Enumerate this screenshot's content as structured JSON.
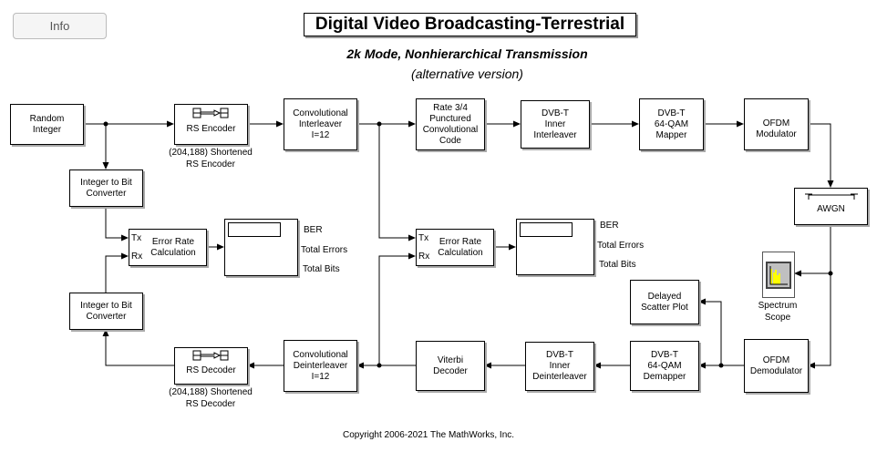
{
  "info_button": "Info",
  "title": "Digital Video Broadcasting-Terrestrial",
  "subtitle": "2k Mode, Nonhierarchical Transmission",
  "subtitle2": "(alternative version)",
  "blocks": {
    "random_integer": "Random\nInteger",
    "rs_encoder": "RS Encoder",
    "rs_encoder_caption": "(204,188) Shortened\nRS Encoder",
    "conv_interleaver": "Convolutional\nInterleaver\nI=12",
    "punctured_code": "Rate 3/4\nPunctured\nConvolutional\nCode",
    "inner_interleaver": "DVB-T\nInner\nInterleaver",
    "qam_mapper": "DVB-T\n64-QAM\nMapper",
    "ofdm_modulator": "OFDM\nModulator",
    "awgn": "AWGN",
    "spectrum_scope_caption": "Spectrum\nScope",
    "scatter_plot": "Delayed\nScatter Plot",
    "ofdm_demodulator": "OFDM\nDemodulator",
    "qam_demapper": "DVB-T\n64-QAM\nDemapper",
    "inner_deinterleaver": "DVB-T\nInner\nDeinterleaver",
    "viterbi": "Viterbi\nDecoder",
    "conv_deinterleaver": "Convolutional\nDeinterleaver\nI=12",
    "rs_decoder": "RS Decoder",
    "rs_decoder_caption": "(204,188) Shortened\nRS Decoder",
    "int2bit_top": "Integer to Bit\nConverter",
    "int2bit_bottom": "Integer to Bit\nConverter",
    "error_rate_1": "Error Rate\nCalculation",
    "error_rate_2": "Error Rate\nCalculation",
    "tx": "Tx",
    "rx": "Rx"
  },
  "display_labels": {
    "ber": "BER",
    "total_errors": "Total Errors",
    "total_bits": "Total Bits"
  },
  "copyright": "Copyright 2006-2021 The MathWorks, Inc."
}
